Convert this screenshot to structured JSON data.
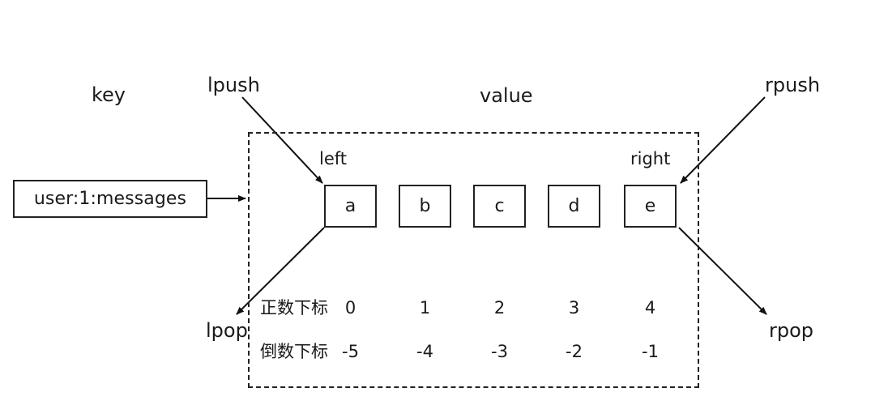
{
  "diagram": {
    "title_labels": {
      "key": "key",
      "value": "value",
      "lpush": "lpush",
      "rpush": "rpush",
      "lpop": "lpop",
      "rpop": "rpop",
      "left": "left",
      "right": "right"
    },
    "key_box": {
      "text": "user:1:messages"
    },
    "elements": [
      {
        "value": "a",
        "pos_index": "0",
        "neg_index": "-5"
      },
      {
        "value": "b",
        "pos_index": "1",
        "neg_index": "-4"
      },
      {
        "value": "c",
        "pos_index": "2",
        "neg_index": "-3"
      },
      {
        "value": "d",
        "pos_index": "3",
        "neg_index": "-2"
      },
      {
        "value": "e",
        "pos_index": "4",
        "neg_index": "-1"
      }
    ],
    "index_rows": {
      "positive_label": "正数下标",
      "negative_label": "倒数下标"
    },
    "colors": {
      "stroke": "#222222",
      "text": "#1a1a1a",
      "background": "#ffffff"
    }
  }
}
